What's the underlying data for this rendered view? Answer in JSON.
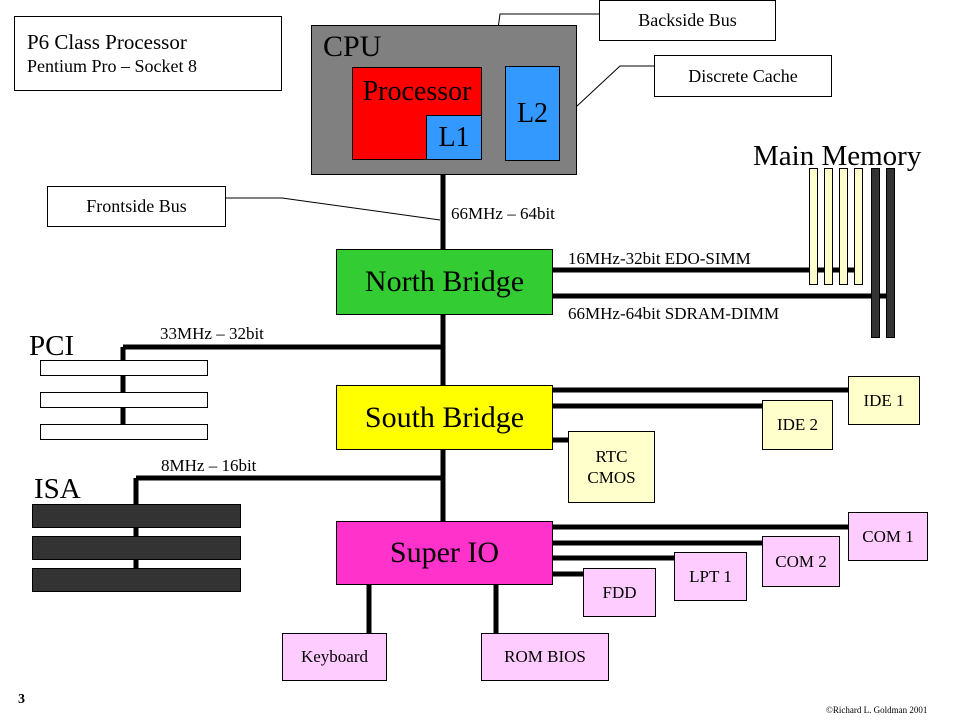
{
  "title_box": {
    "line1": "P6 Class Processor",
    "line2": "Pentium Pro – Socket 8"
  },
  "cpu": {
    "label": "CPU",
    "processor": "Processor",
    "l1": "L1",
    "l2": "L2"
  },
  "callouts": {
    "backside_bus": "Backside Bus",
    "discrete_cache": "Discrete Cache",
    "frontside_bus": "Frontside Bus"
  },
  "main_memory": {
    "label": "Main Memory",
    "simm_bus": "16MHz-32bit EDO-SIMM",
    "dimm_bus": "66MHz-64bit SDRAM-DIMM"
  },
  "fsb_speed": "66MHz – 64bit",
  "north_bridge": "North Bridge",
  "south_bridge": "South Bridge",
  "super_io": "Super IO",
  "pci": {
    "label": "PCI",
    "speed": "33MHz – 32bit"
  },
  "isa": {
    "label": "ISA",
    "speed": "8MHz – 16bit"
  },
  "south_devices": {
    "ide1": "IDE 1",
    "ide2": "IDE 2",
    "rtc_line1": "RTC",
    "rtc_line2": "CMOS"
  },
  "superio_devices": {
    "com1": "COM 1",
    "com2": "COM 2",
    "lpt1": "LPT 1",
    "fdd": "FDD",
    "keyboard": "Keyboard",
    "rom_bios": "ROM BIOS"
  },
  "footer": {
    "page_number": "3",
    "copyright": "©Richard L. Goldman 2001"
  },
  "colors": {
    "cpu_package": "#808080",
    "processor": "#ff0000",
    "cache": "#3399ff",
    "north_bridge": "#33cc33",
    "south_bridge": "#ffff00",
    "super_io": "#ff33cc",
    "peripheral": "#ffccff",
    "device": "#ffffcc",
    "simm": "#ffffcc",
    "dimm": "#333333",
    "isa_slot": "#333333"
  }
}
